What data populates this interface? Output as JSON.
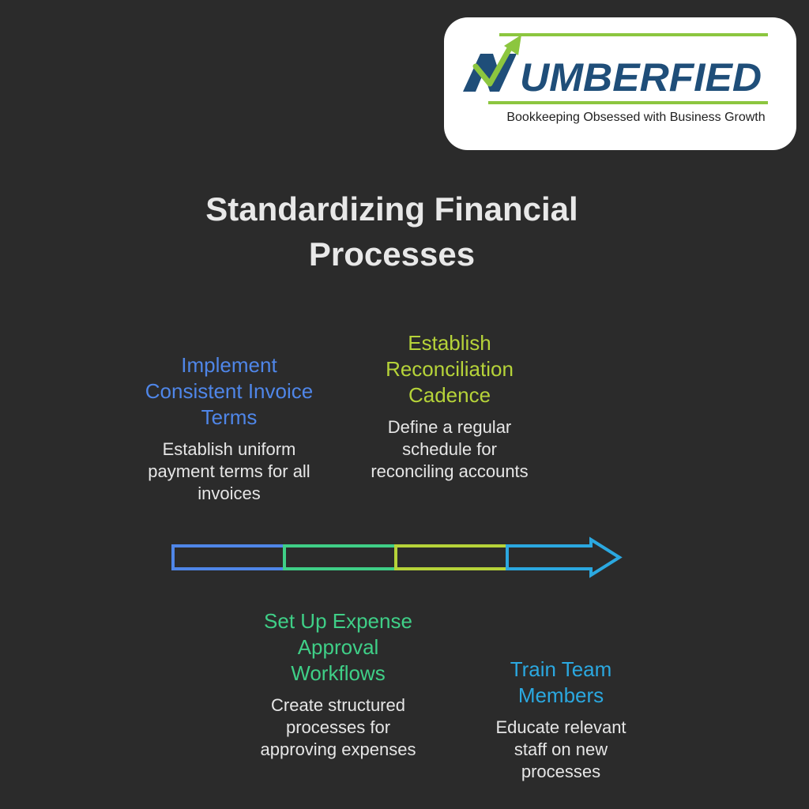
{
  "logo": {
    "brand": "NUMBERFIED",
    "brand_rest": "UMBERFIED",
    "tagline": "Bookkeeping Obsessed with Business Growth",
    "colors": {
      "navy": "#1f4e79",
      "green": "#8cc63f"
    }
  },
  "diagram": {
    "title": "Standardizing Financial Processes",
    "steps": [
      {
        "title": "Implement Consistent Invoice Terms",
        "description": "Establish uniform payment terms for all invoices",
        "color": "#4f86e8"
      },
      {
        "title": "Set Up Expense Approval Workflows",
        "description": "Create structured processes for approving expenses",
        "color": "#3fcf87"
      },
      {
        "title": "Establish Reconciliation Cadence",
        "description": "Define a regular schedule for reconciling accounts",
        "color": "#b6d339"
      },
      {
        "title": "Train Team Members",
        "description": "Educate relevant staff on new processes",
        "color": "#2ba8e0"
      }
    ]
  }
}
